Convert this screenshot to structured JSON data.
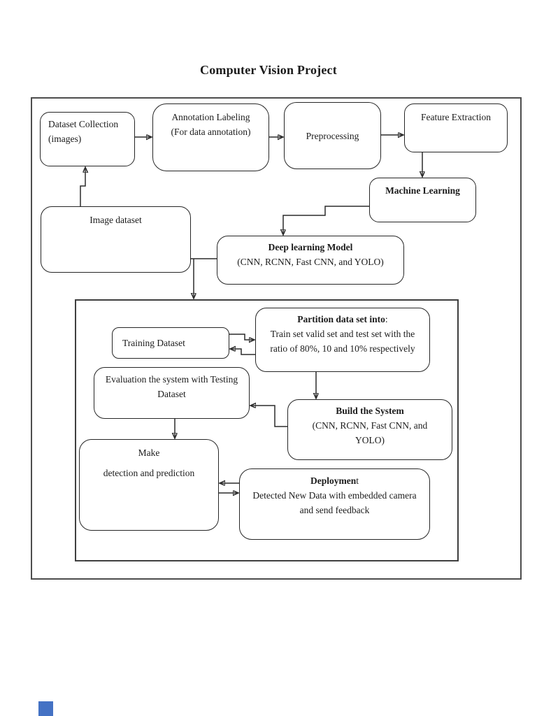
{
  "title": "Computer Vision Project",
  "nodes": {
    "dataset_collection": {
      "line1": "Dataset Collection",
      "line2": "(images)"
    },
    "annotation_labeling": {
      "line1": "Annotation Labeling",
      "line2": "(For data annotation)"
    },
    "preprocessing": {
      "label": "Preprocessing"
    },
    "feature_extraction": {
      "label": "Feature Extraction"
    },
    "machine_learning": {
      "label": "Machine Learning"
    },
    "image_dataset": {
      "label": "Image dataset"
    },
    "deep_learning_model": {
      "title": "Deep learning Model",
      "subtitle": "(CNN, RCNN, Fast CNN, and YOLO)"
    },
    "training_dataset": {
      "label": "Training Dataset"
    },
    "partition": {
      "title_bold": "Partition data set into",
      "title_tail": ":",
      "body": "Train set valid set and test set with the ratio of 80%, 10 and 10% respectively"
    },
    "evaluation": {
      "label": "Evaluation the system with Testing Dataset"
    },
    "build_system": {
      "title": "Build the System",
      "subtitle": "(CNN, RCNN, Fast CNN, and YOLO)"
    },
    "make_detection": {
      "line1": "Make",
      "line2": "detection and prediction"
    },
    "deployment": {
      "title_bold": "Deploymen",
      "title_tail": "t",
      "body": "Detected New Data with embedded camera and send feedback"
    }
  },
  "colors": {
    "line": "#2b2b2b",
    "outer_border": "#4d4d4d",
    "marker_blue": "#4472c4"
  }
}
